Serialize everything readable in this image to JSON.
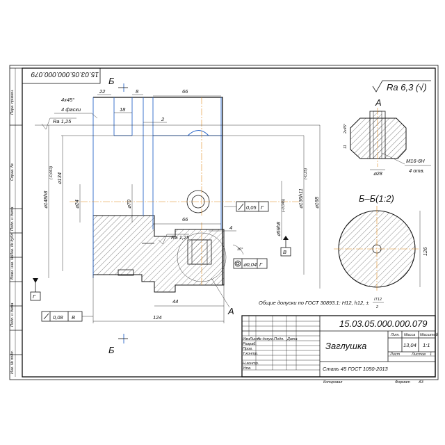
{
  "stamp_rotated": "15.03.05.000.000.079",
  "surface_finish": "Ra 6,3 (√)",
  "view_A_label": "А",
  "section_label": "Б–Б(1:2)",
  "cut_mark": "Б",
  "callout_A": "А",
  "chamfer_1": "4x45°",
  "chamfer_2": "4 фаски",
  "ra_125": "Ra 1,25",
  "ra_125_b": "Ra 1,25",
  "dims": {
    "d22": "22",
    "d8": "8",
    "d66_top": "66",
    "d18": "18",
    "d2": "2",
    "d66_mid": "66",
    "d4": "4",
    "d44": "44",
    "d124": "124",
    "dia_148": "⌀148h8",
    "dia_148_tol": "(-0,063)",
    "dia_134": "⌀134",
    "dia_24": "⌀24",
    "dia_70": "⌀70",
    "dia_59": "⌀59h8",
    "dia_59_tol": "(-0,046)",
    "dia_136": "⌀136h11",
    "dia_136_tol": "(-0,25)",
    "dia_168": "⌀168",
    "angle_30": "30°",
    "a_2x45": "2x45°",
    "a_11": "11",
    "a_28": "⌀28",
    "a_thread": "M16-6H",
    "a_holes": "4 отв.",
    "section_126": "126"
  },
  "tol_frames": {
    "t1_val": "0,05",
    "t1_ref": "Г",
    "t2_val": "⌀0,04",
    "t2_ref": "Г",
    "t3_val": "0,08",
    "t3_ref": "В"
  },
  "datum_V": "В",
  "datum_G": "Г",
  "general_tol": "Общие допуски по ГОСТ 30893.1: H12, h12, ±",
  "general_tol_frac_top": "IT12",
  "general_tol_frac_bot": "2",
  "side_labels": [
    "Перв. примен.",
    "Справ. №",
    "Подп. и дата",
    "Инв. № дубл.",
    "Взам. инв. №",
    "Подп. и дата",
    "Инв. № подл."
  ],
  "title_block": {
    "doc_number": "15.03.05.000.000.079",
    "part_name": "Заглушка",
    "material": "Сталь 45 ГОСТ 1050-2013",
    "col_lit": "Лит.",
    "col_mass": "Масса",
    "col_scale": "Масштаб",
    "mass": "13,04",
    "scale": "1:1",
    "sheet_label": "Лист",
    "sheets_label": "Листов",
    "sheets_count": "1",
    "row_headers": [
      "Изм.",
      "Лист",
      "№ докум.",
      "Подп.",
      "Дата"
    ],
    "role_razrab": "Разраб.",
    "role_prov": "Пров.",
    "role_tkontr": "Т.контр.",
    "role_nkontr": "Н.контр.",
    "role_utv": "Утв.",
    "copied": "Копировал",
    "format": "Формат",
    "format_val": "А3"
  }
}
